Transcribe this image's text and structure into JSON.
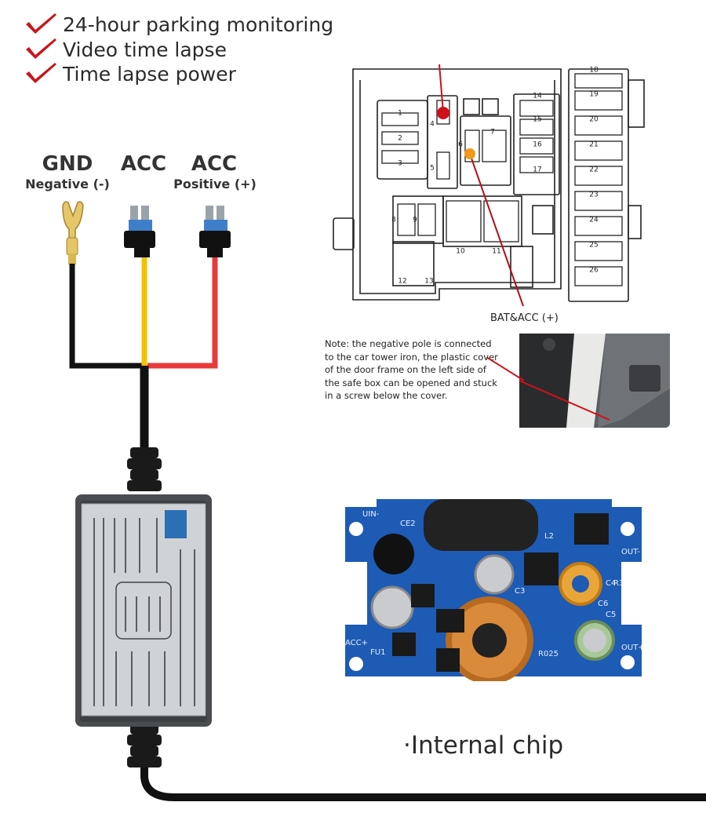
{
  "features": [
    "24-hour parking monitoring",
    "Video time lapse",
    "Time lapse power"
  ],
  "wires": {
    "gnd": {
      "title": "GND",
      "subtitle": "Negative (-)"
    },
    "acc_left": {
      "title": "ACC"
    },
    "acc_right": {
      "title": "ACC",
      "subtitle": "Positive (+)"
    }
  },
  "fuse_box": {
    "left_numbers": [
      "1",
      "2",
      "3",
      "4",
      "5",
      "6",
      "7",
      "8",
      "9",
      "10",
      "11",
      "12",
      "13",
      "14",
      "15",
      "16",
      "17"
    ],
    "right_numbers": [
      "18",
      "19",
      "20",
      "21",
      "22",
      "23",
      "24",
      "25",
      "26"
    ],
    "bat_acc_label": "BAT&ACC (+)"
  },
  "note": "Note: the negative pole is connected to the car tower iron, the plastic cover of the door frame on the left side of the safe box can be opened and stuck in a screw below the cover.",
  "pcb": {
    "labels": [
      "UIN-",
      "CE2",
      "ACC+",
      "FU1",
      "OUT-",
      "OUT+",
      "L2",
      "C3",
      "C4",
      "C5",
      "C6",
      "R3",
      "R025"
    ]
  },
  "caption": "·Internal chip",
  "colors": {
    "check": "#c8161d",
    "wire_red": "#e83b3b",
    "wire_yellow": "#f2c200",
    "wire_black": "#111111",
    "pcb_blue": "#1d5bb5",
    "probe_red": "#d0101a",
    "probe_orange": "#f29a1a"
  }
}
